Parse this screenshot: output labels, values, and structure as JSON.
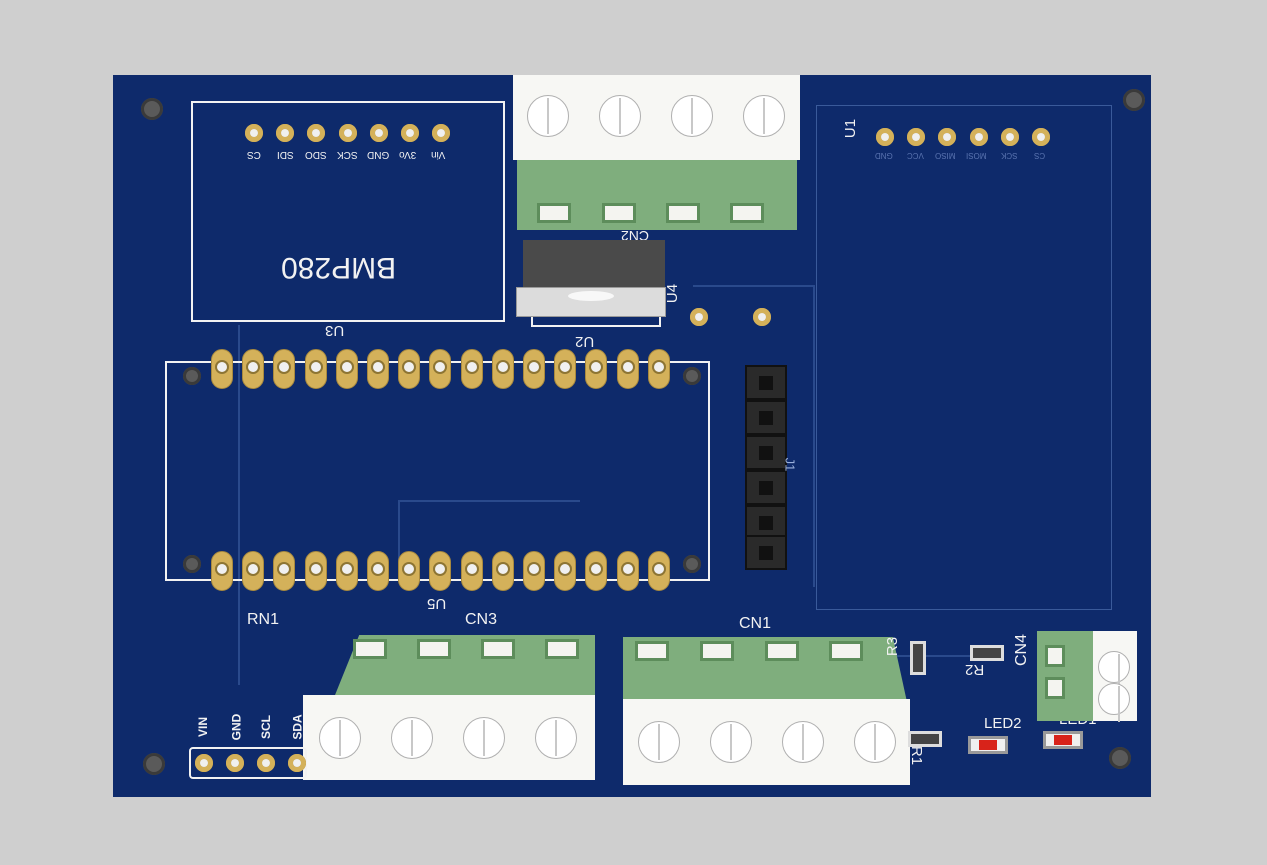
{
  "board": {
    "colors": {
      "pcb": "#0e2a6b",
      "silk": "#f2f2f2",
      "pad": "#d4b15a",
      "terminal_green": "#7fae7d"
    },
    "designators": {
      "u3": "U3",
      "u2": "U2",
      "u4": "U4",
      "u5": "U5",
      "u1": "U1",
      "j1": "J1",
      "rn1": "RN1",
      "cn1": "CN1",
      "cn2": "CN2",
      "cn3": "CN3",
      "cn4": "CN4",
      "r1": "R1",
      "r2": "R2",
      "r3": "R3",
      "led1": "LED1",
      "led2": "LED2"
    },
    "bmp280": {
      "name": "BMP280",
      "pins": [
        "CS",
        "SDI",
        "SDO",
        "SCK",
        "GND",
        "3Vo",
        "Vin"
      ]
    },
    "u1_pins": [
      "GND",
      "VCC",
      "MISO",
      "MOSI",
      "SCK",
      "CS"
    ],
    "i2c_header": [
      "VIN",
      "GND",
      "SCL",
      "SDA"
    ]
  }
}
